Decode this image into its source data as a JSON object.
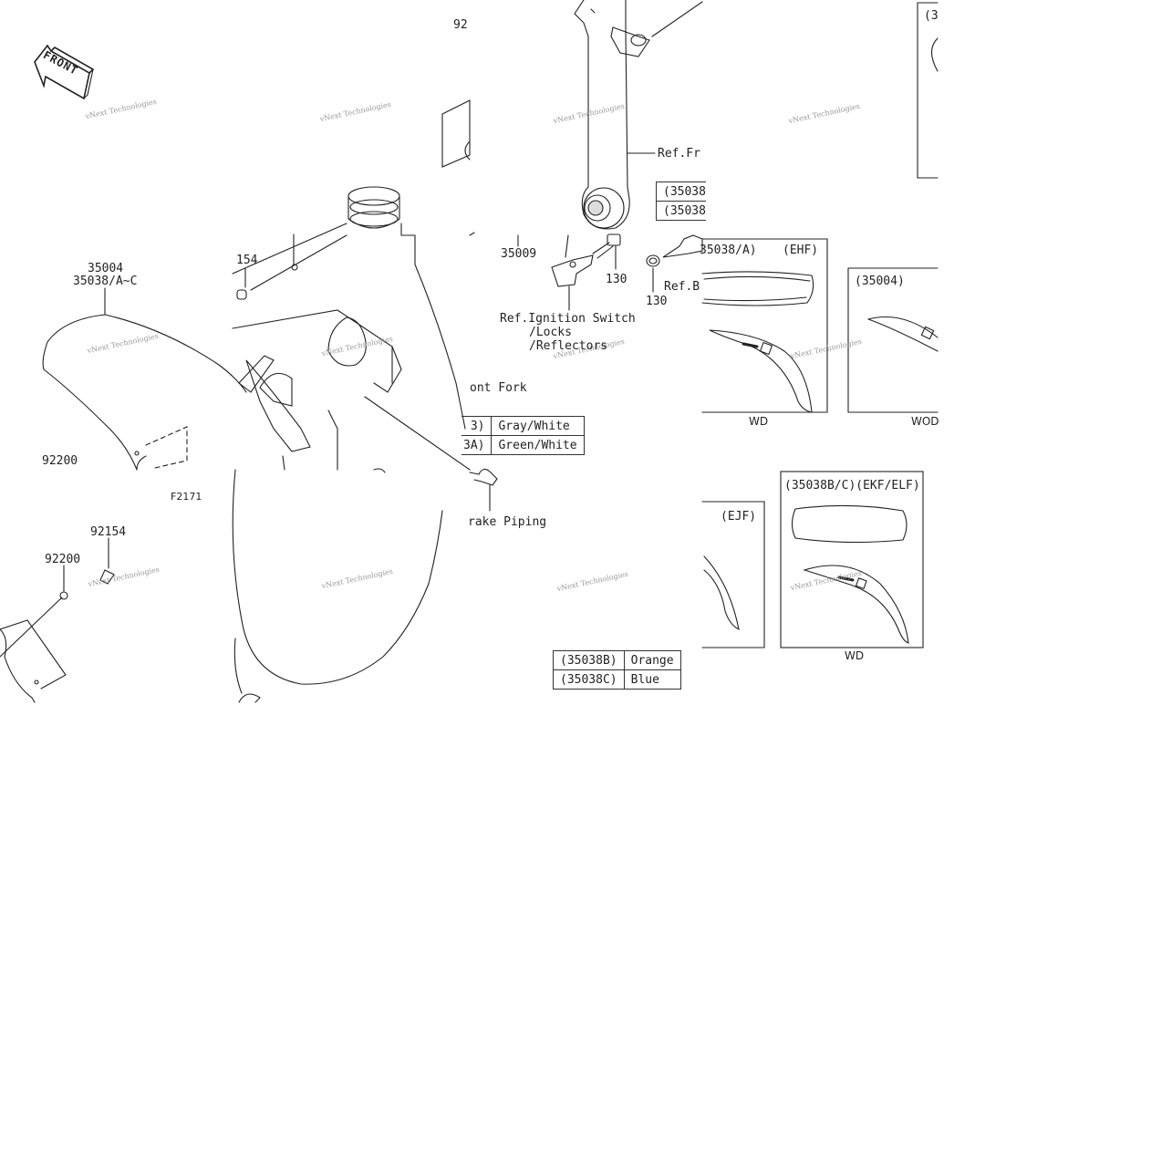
{
  "diagram": {
    "front_label": "FRONT",
    "figure_id": "F2171",
    "watermark": "vNext Technologies",
    "part_numbers": {
      "p92_top": "92",
      "p154": "154",
      "p35004": "35004",
      "p35038": "35038/A~C",
      "p92200_a": "92200",
      "p92154": "92154",
      "p92200_b": "92200",
      "p35009": "35009",
      "p130_a": "130",
      "p130_b": "130"
    },
    "refs": {
      "ref_front": "Ref.Fr",
      "ref_b": "Ref.B",
      "ignition_line1": "Ref.Ignition Switch",
      "ignition_line2": "/Locks",
      "ignition_line3": "/Reflectors",
      "front_fork": "ont Fork",
      "brake_piping": "rake Piping"
    },
    "insets": {
      "top_right_partial": "(3",
      "ehf_left": "35038/A)",
      "ehf_right": "(EHF)",
      "wd_1": "WD",
      "p35004_box": "(35004)",
      "wod": "WOD",
      "ejf": "(EJF)",
      "ekf_box": "(35038B/C)(EKF/ELF)",
      "wd_2": "WD"
    },
    "color_tables": {
      "top_partial": [
        {
          "code": "(35038"
        },
        {
          "code": "(35038"
        }
      ],
      "mid": [
        {
          "code": "3)",
          "color": "Gray/White"
        },
        {
          "code": "3A)",
          "color": "Green/White"
        }
      ],
      "bottom": [
        {
          "code": "(35038B)",
          "color": "Orange"
        },
        {
          "code": "(35038C)",
          "color": "Blue"
        }
      ]
    }
  }
}
